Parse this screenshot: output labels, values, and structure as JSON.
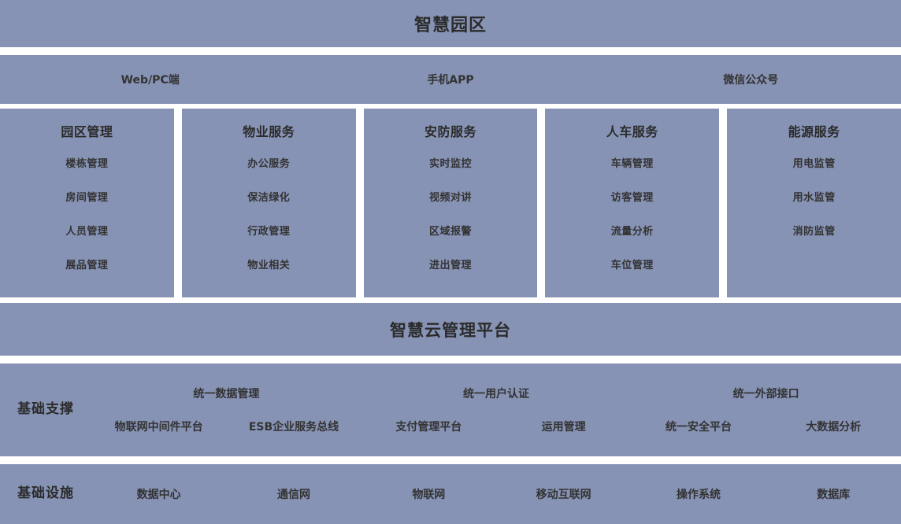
{
  "colors": {
    "band": "#8793b4",
    "gap": "#ffffff",
    "text": "#2b2b2b",
    "text_secondary": "#333333"
  },
  "title": {
    "text": "智慧园区"
  },
  "channels": {
    "items": [
      {
        "label": "Web/PC端"
      },
      {
        "label": "手机APP"
      },
      {
        "label": "微信公众号"
      }
    ]
  },
  "services": {
    "columns": [
      {
        "title": "园区管理",
        "items": [
          "楼栋管理",
          "房间管理",
          "人员管理",
          "展品管理"
        ]
      },
      {
        "title": "物业服务",
        "items": [
          "办公服务",
          "保洁绿化",
          "行政管理",
          "物业相关"
        ]
      },
      {
        "title": "安防服务",
        "items": [
          "实时监控",
          "视频对讲",
          "区域报警",
          "进出管理"
        ]
      },
      {
        "title": "人车服务",
        "items": [
          "车辆管理",
          "访客管理",
          "流量分析",
          "车位管理"
        ]
      },
      {
        "title": "能源服务",
        "items": [
          "用电监管",
          "用水监管",
          "消防监管"
        ]
      }
    ]
  },
  "platform": {
    "title": "智慧云管理平台"
  },
  "support": {
    "label": "基础支撑",
    "top_row": [
      "统一数据管理",
      "统一用户认证",
      "统一外部接口"
    ],
    "bottom_row": [
      "物联网中间件平台",
      "ESB企业服务总线",
      "支付管理平台",
      "运用管理",
      "统一安全平台",
      "大数据分析"
    ]
  },
  "infrastructure": {
    "label": "基础设施",
    "items": [
      "数据中心",
      "通信网",
      "物联网",
      "移动互联网",
      "操作系统",
      "数据库"
    ]
  }
}
